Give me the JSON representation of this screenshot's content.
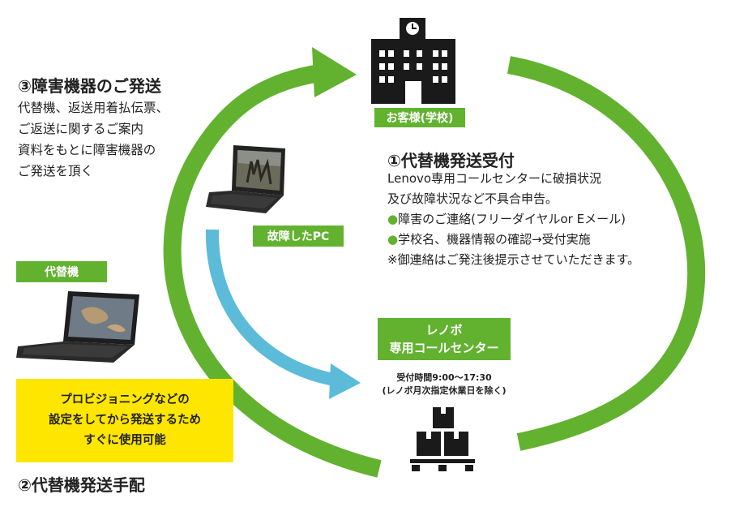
{
  "step3": {
    "title": "③障害機器のご発送",
    "lines": [
      "代替機、返送用着払伝票、",
      "ご返送に関するご案内",
      "資料をもとに障害機器の",
      "ご発送を頂く"
    ]
  },
  "customer_label": "お客様(学校)",
  "step1": {
    "title": "①代替機発送受付",
    "lines": [
      "Lenovo専用コールセンターに破損状況",
      "及び故障状況など不具合申告。"
    ],
    "bullets": [
      "障害のご連絡(フリーダイヤルor Eメール)",
      "学校名、機器情報の確認→受付実施"
    ],
    "note": "※御連絡はご発注後提示させていただきます。"
  },
  "broken_pc_label": "故障したPC",
  "replacement_label": "代替機",
  "center_label": [
    "レノボ",
    "専用コールセンター"
  ],
  "hours": [
    "受付時間9:00～17:30",
    "(レノボ月次指定休業日を除く)"
  ],
  "yellow_box": [
    "プロビジョニングなどの",
    "設定をしてから発送するため",
    "すぐに使用可能"
  ],
  "step2": {
    "title": "②代替機発送手配"
  },
  "colors": {
    "green": "#62b22f",
    "blue": "#5bbbd9",
    "yellow": "#ffe600",
    "dark": "#1a1a1a"
  },
  "icons": [
    "school-building-icon",
    "tablet-laptop-icon",
    "laptop-icon",
    "boxes-pallet-icon"
  ]
}
